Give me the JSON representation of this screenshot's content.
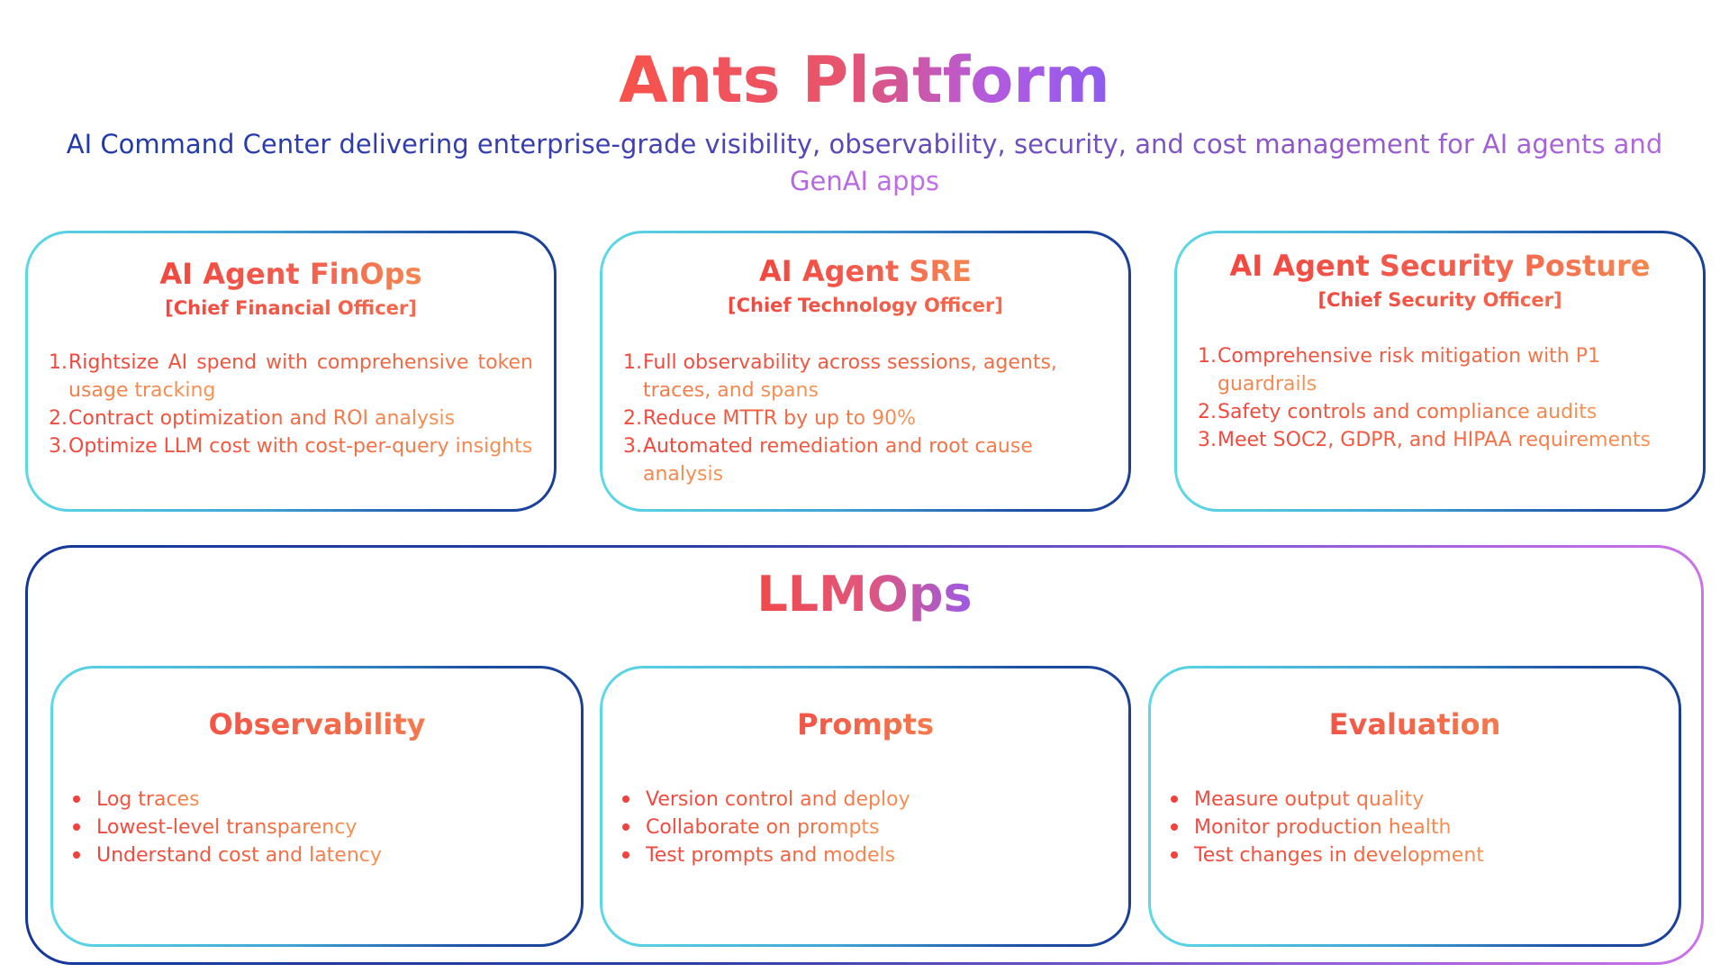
{
  "header": {
    "title": "Ants Platform",
    "subtitle": "AI Command Center delivering enterprise-grade visibility, observability, security, and cost management for AI agents and GenAI apps"
  },
  "personas": [
    {
      "title": "AI Agent FinOps",
      "role": "[Chief Financial Officer]",
      "items": [
        "Rightsize AI spend with comprehensive token usage tracking",
        "Contract optimization and ROI analysis",
        "Optimize LLM cost with cost-per-query insights"
      ]
    },
    {
      "title": "AI Agent SRE",
      "role": "[Chief Technology Officer]",
      "items": [
        "Full observability across sessions, agents, traces, and spans",
        "Reduce MTTR by up to 90%",
        "Automated remediation and root cause analysis"
      ]
    },
    {
      "title": "AI Agent Security Posture",
      "role": "[Chief Security Officer]",
      "items": [
        "Comprehensive risk mitigation with P1 guardrails",
        "Safety controls and compliance audits",
        "Meet SOC2, GDPR, and HIPAA requirements"
      ]
    }
  ],
  "llmops": {
    "title": "LLMOps",
    "modules": [
      {
        "title": "Observability",
        "items": [
          "Log traces",
          "Lowest-level transparency",
          "Understand cost and latency"
        ]
      },
      {
        "title": "Prompts",
        "items": [
          "Version control and deploy",
          "Collaborate on prompts",
          "Test prompts and models"
        ]
      },
      {
        "title": "Evaluation",
        "items": [
          "Measure output quality",
          "Monitor production health",
          "Test changes in development"
        ]
      }
    ]
  },
  "colors": {
    "accent_red": "#f2473f",
    "accent_orange": "#f68750",
    "accent_purple": "#8e5cf0",
    "border_cyan": "#5dd9e6",
    "border_navy": "#1a3f98"
  }
}
